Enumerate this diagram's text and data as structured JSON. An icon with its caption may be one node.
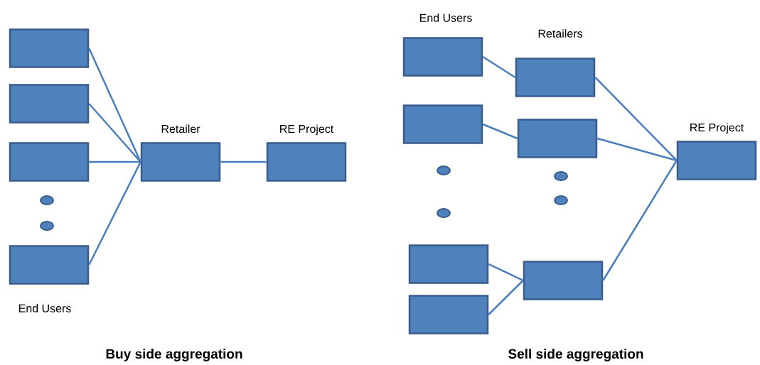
{
  "diagram": {
    "nodes": [
      {
        "text": [],
        "shape": "box"
      },
      {
        "text": [],
        "shape": "box"
      },
      {
        "text": [],
        "shape": "box"
      },
      {
        "text": [],
        "shape": "box"
      },
      {
        "text": [
          "Retailer"
        ]
      },
      {
        "text": [
          "RE Project"
        ]
      },
      {
        "text": [],
        "shape": "box"
      },
      {
        "text": [],
        "shape": "box"
      },
      {
        "text": [],
        "shape": "box"
      },
      {
        "text": [],
        "shape": "box"
      },
      {
        "text": [],
        "shape": "box"
      },
      {
        "text": [],
        "shape": "box"
      },
      {
        "text": [],
        "shape": "box"
      },
      {
        "text": [
          "RE Project"
        ]
      }
    ],
    "edges": [
      {
        "from": 0,
        "to": 4,
        "arrow": "none"
      },
      {
        "from": 1,
        "to": 4,
        "arrow": "none"
      },
      {
        "from": 2,
        "to": 4,
        "arrow": "none"
      },
      {
        "from": 3,
        "to": 4,
        "arrow": "none"
      },
      {
        "from": 4,
        "to": 5,
        "arrow": "none"
      },
      {
        "from": 6,
        "to": 10,
        "arrow": "none"
      },
      {
        "from": 7,
        "to": 11,
        "arrow": "none"
      },
      {
        "from": 8,
        "to": 12,
        "arrow": "none"
      },
      {
        "from": 9,
        "to": 12,
        "arrow": "none"
      },
      {
        "from": 10,
        "to": 13,
        "arrow": "none"
      },
      {
        "from": 11,
        "to": 13,
        "arrow": "none"
      },
      {
        "from": 12,
        "to": 13,
        "arrow": "none"
      }
    ],
    "labels": [
      "End Users",
      "Retailers",
      "End Users",
      "Buy side aggregation",
      "Sell side aggregation"
    ]
  }
}
